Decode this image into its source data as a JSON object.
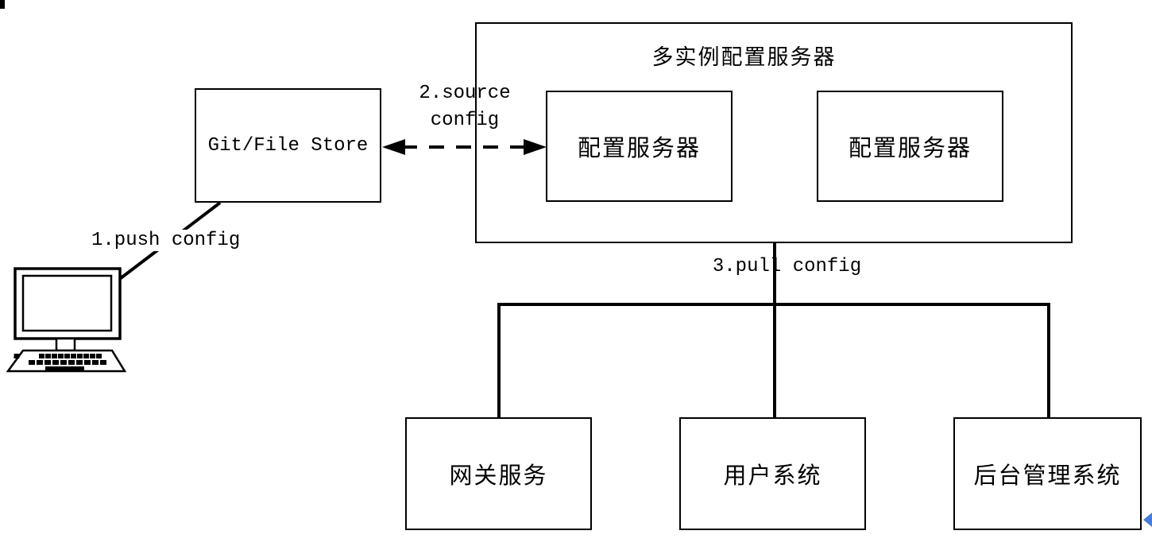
{
  "colors": {
    "line": "#000000",
    "background": "#ffffff",
    "marker_blue": "#3d7ee0"
  },
  "icons": {
    "computer": "desktop-computer-icon",
    "marker": "blue-left-arrow-marker"
  },
  "diagram": {
    "container": {
      "title": "多实例配置服务器"
    },
    "nodes": {
      "git_store": "Git/File Store",
      "config_server_1": "配置服务器",
      "config_server_2": "配置服务器",
      "gateway": "网关服务",
      "user_system": "用户系统",
      "admin_system": "后台管理系统"
    },
    "edge_labels": {
      "push": "1.push config",
      "source_line1": "2.source",
      "source_line2": "config",
      "pull": "3.pull config"
    }
  }
}
